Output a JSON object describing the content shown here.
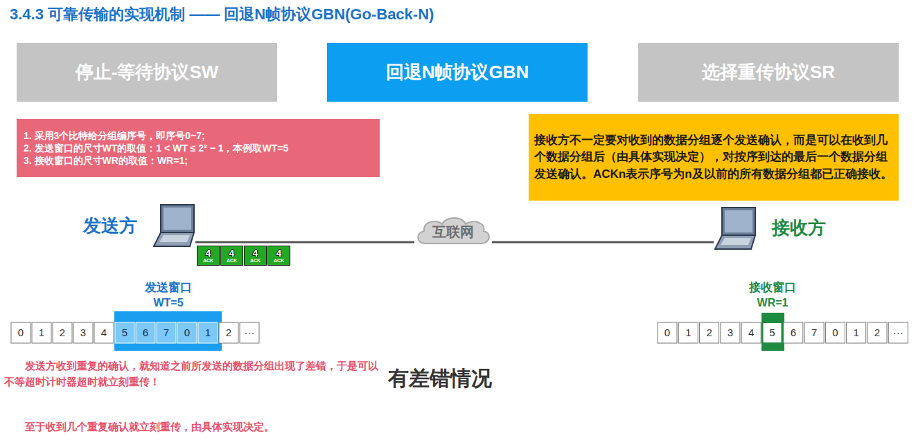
{
  "diagram": {
    "title": "3.4.3 可靠传输的实现机制 —— 回退N帧协议GBN(Go-Back-N)",
    "nodes": [
      {
        "text": [
          "停止-等待协议SW"
        ]
      },
      {
        "text": [
          "回退N帧协议GBN"
        ]
      },
      {
        "text": [
          "选择重传协议SR"
        ]
      },
      {
        "text": [
          "1. 采用3个比特给分组编序号，即序号0~7;",
          "2. 发送窗口的尺寸WT的取值：1 < WT ≤ 2³ − 1，本例取WT=5",
          "3. 接收窗口的尺寸WR的取值：WR=1;"
        ]
      },
      {
        "text": [
          "接收方不一定要对收到的数据分组逐个发送确认，而是可以在收到几个数据分组后（由具体实现决定），对按序到达的最后一个数据分组发送确认。ACKn表示序号为n及以前的所有数据分组都已正确接收。"
        ]
      },
      {
        "text": [
          "发送方"
        ]
      },
      {
        "text": [
          "互联网"
        ]
      },
      {
        "text": [
          "接收方"
        ]
      },
      {
        "text": [
          "4",
          "ACK"
        ]
      },
      {
        "text": [
          "4",
          "ACK"
        ]
      },
      {
        "text": [
          "4",
          "ACK"
        ]
      },
      {
        "text": [
          "4",
          "ACK"
        ]
      }
    ],
    "edges": [
      {
        "from": 5,
        "to": 6,
        "arrow": "none"
      },
      {
        "from": 6,
        "to": 7,
        "arrow": "none"
      }
    ],
    "labels": [
      "发送窗口",
      "WT=5",
      "0",
      "1",
      "2",
      "3",
      "4",
      "5",
      "6",
      "7",
      "0",
      "1",
      "2",
      "···",
      "接收窗口",
      "WR=1",
      "0",
      "1",
      "2",
      "3",
      "4",
      "5",
      "6",
      "7",
      "0",
      "1",
      "2",
      "···",
      "有差错情况",
      "发送方收到重复的确认，就知道之前所发送的数据分组出现了差错，于是可以不等超时计时器超时就立刻重传！",
      "至于收到几个重复确认就立刻重传，由具体实现决定。"
    ]
  }
}
